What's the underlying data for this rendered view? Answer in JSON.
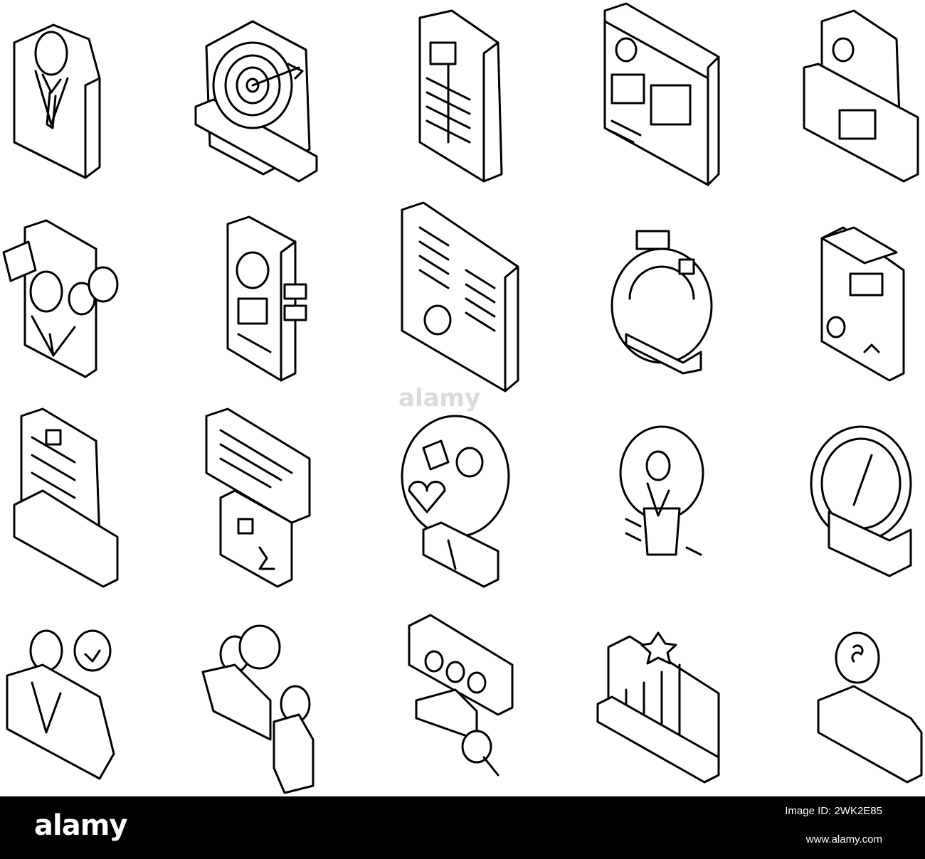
{
  "image": {
    "icons": [
      {
        "name": "businessman-suit-icon"
      },
      {
        "name": "target-laptop-icon"
      },
      {
        "name": "org-chart-document-icon"
      },
      {
        "name": "web-page-profile-icon"
      },
      {
        "name": "folder-resume-icon"
      },
      {
        "name": "interview-video-call-icon"
      },
      {
        "name": "mobile-profile-icon"
      },
      {
        "name": "hierarchy-board-icon"
      },
      {
        "name": "stopwatch-gear-icon"
      },
      {
        "name": "diploma-certificate-icon"
      },
      {
        "name": "hand-document-icon"
      },
      {
        "name": "chat-folder-icon"
      },
      {
        "name": "head-skills-icon"
      },
      {
        "name": "lightbulb-person-icon"
      },
      {
        "name": "compass-briefcase-icon"
      },
      {
        "name": "manager-clock-icon"
      },
      {
        "name": "meeting-people-icon"
      },
      {
        "name": "team-search-icon"
      },
      {
        "name": "growth-chart-laptop-icon"
      },
      {
        "name": "hand-money-icon"
      }
    ]
  },
  "watermark": {
    "text": "alamy"
  },
  "footer": {
    "logo": "alamy",
    "image_id_label": "Image ID: 2WK2E85",
    "website": "www.alamy.com"
  }
}
